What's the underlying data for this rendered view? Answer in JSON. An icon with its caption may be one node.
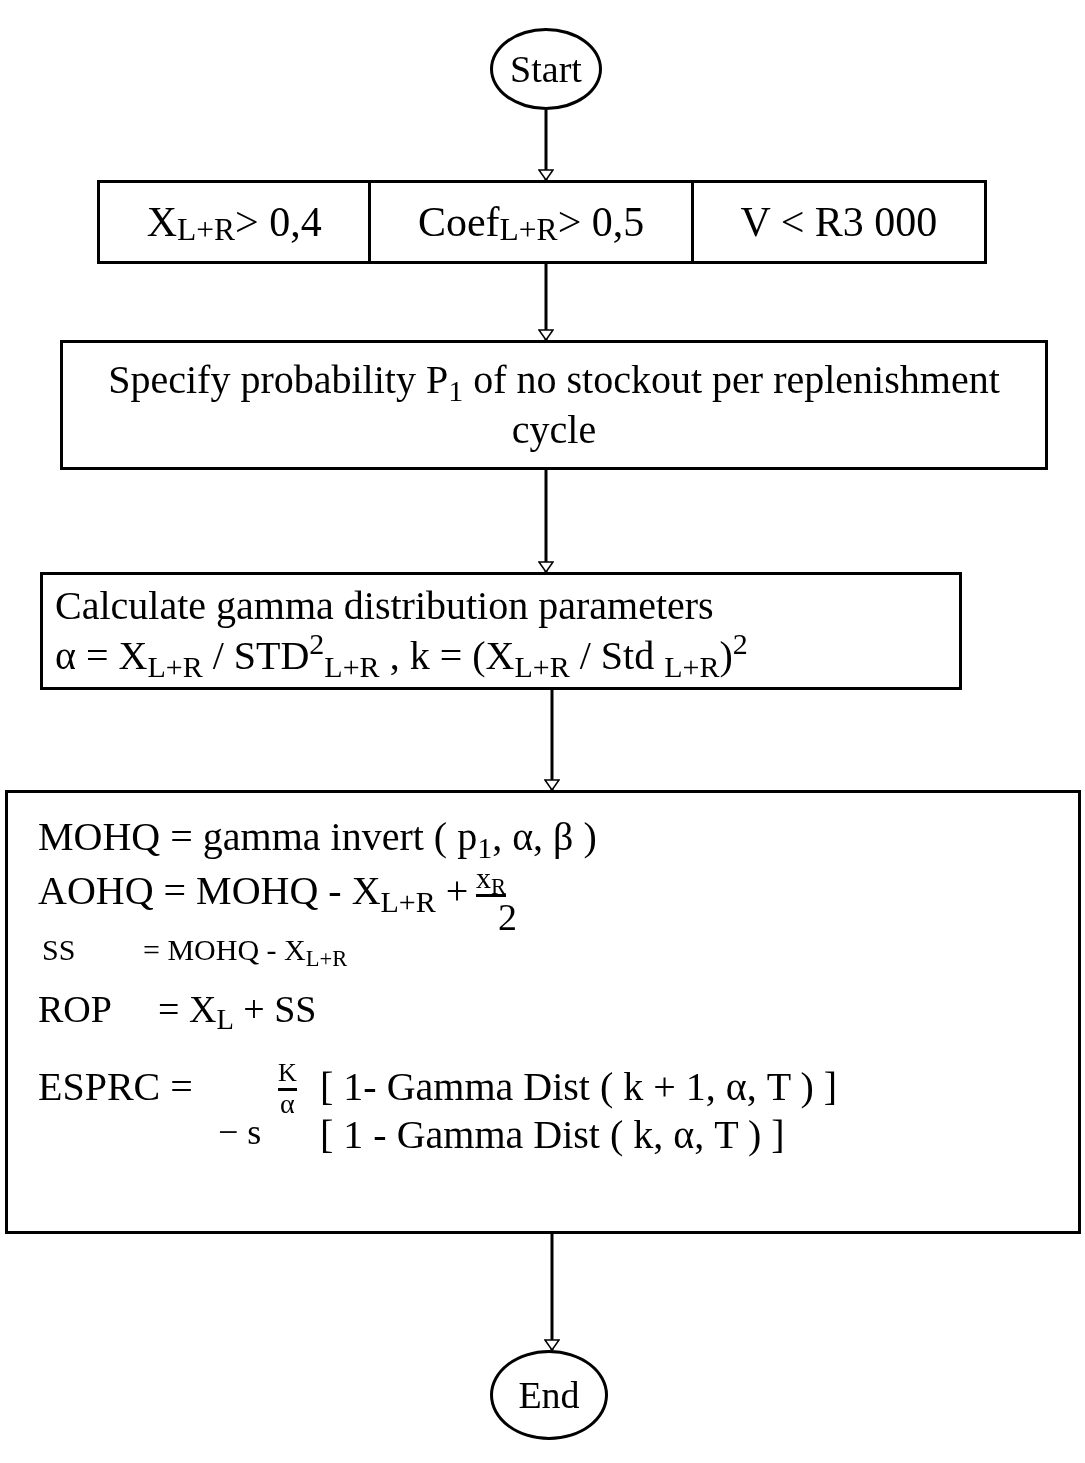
{
  "diagram": {
    "nodes": [
      {
        "text": [
          "Start"
        ]
      },
      {
        "text": [
          "X$_{L+R}$> 0,4",
          "Coef$_{L+R}$> 0,5",
          "V < R3 000"
        ]
      },
      {
        "text": [
          "Specify probability P$_{1}$ of no stockout per replenishment cycle"
        ]
      },
      {
        "text": [
          "Calculate gamma distribution parameters",
          "α = X$_{L+R}$ / STD$^{2}$$_{L+R}$ , k = (X$_{L+R}$ / Std $_{L+R}$)$^{2}$"
        ]
      },
      {
        "text": [
          "MOHQ = gamma invert ( p$_{1}$,  α, β )",
          "AOHQ = MOHQ - X$_{L+R}$ +",
          "x$_{R}$",
          "2",
          "SS",
          "= MOHQ - X$_{L+R}$",
          "ROP",
          "= X$_{L}$ + SS",
          "ESPRC =",
          "K",
          "α",
          "[ 1- Gamma Dist ( k + 1, α, T ) ]",
          "−  s",
          "[ 1 - Gamma Dist ( k, α, T ) ]"
        ]
      },
      {
        "text": [
          "End"
        ]
      }
    ],
    "edges": [
      {
        "from": 0,
        "to": 1,
        "arrow": "to"
      },
      {
        "from": 1,
        "to": 2,
        "arrow": "to"
      },
      {
        "from": 2,
        "to": 3,
        "arrow": "to"
      },
      {
        "from": 3,
        "to": 4,
        "arrow": "to"
      },
      {
        "from": 4,
        "to": 5,
        "arrow": "to"
      }
    ]
  }
}
